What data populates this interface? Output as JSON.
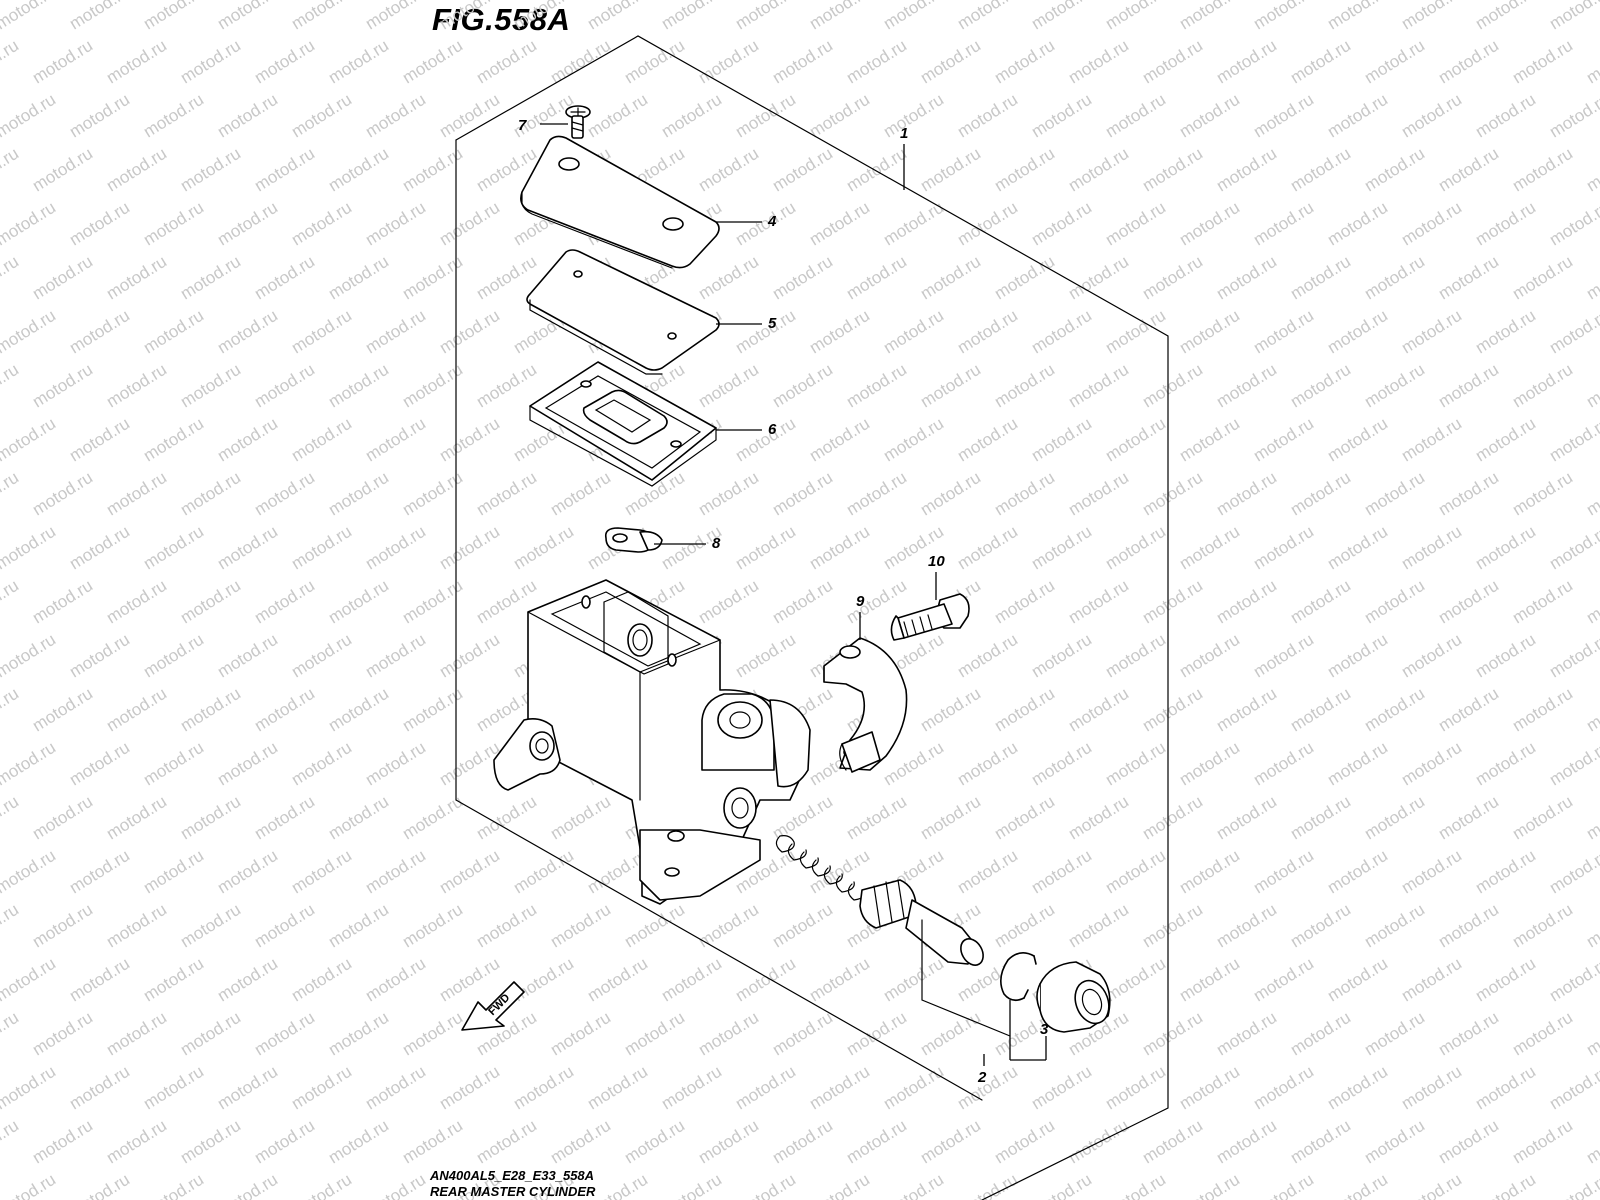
{
  "figure": {
    "title": "FIG.558A",
    "code": "AN400AL5_E28_E33_558A",
    "name": "REAR MASTER CYLINDER"
  },
  "watermark": "motod.ru",
  "direction_marker": "FWD",
  "parts": [
    {
      "ref": "1",
      "part": "master-cylinder-assembly"
    },
    {
      "ref": "2",
      "part": "piston-set"
    },
    {
      "ref": "3",
      "part": "boot"
    },
    {
      "ref": "4",
      "part": "reservoir-cap"
    },
    {
      "ref": "5",
      "part": "diaphragm-plate"
    },
    {
      "ref": "6",
      "part": "diaphragm"
    },
    {
      "ref": "7",
      "part": "screw"
    },
    {
      "ref": "8",
      "part": "union-cap"
    },
    {
      "ref": "9",
      "part": "holder"
    },
    {
      "ref": "10",
      "part": "bolt"
    }
  ]
}
